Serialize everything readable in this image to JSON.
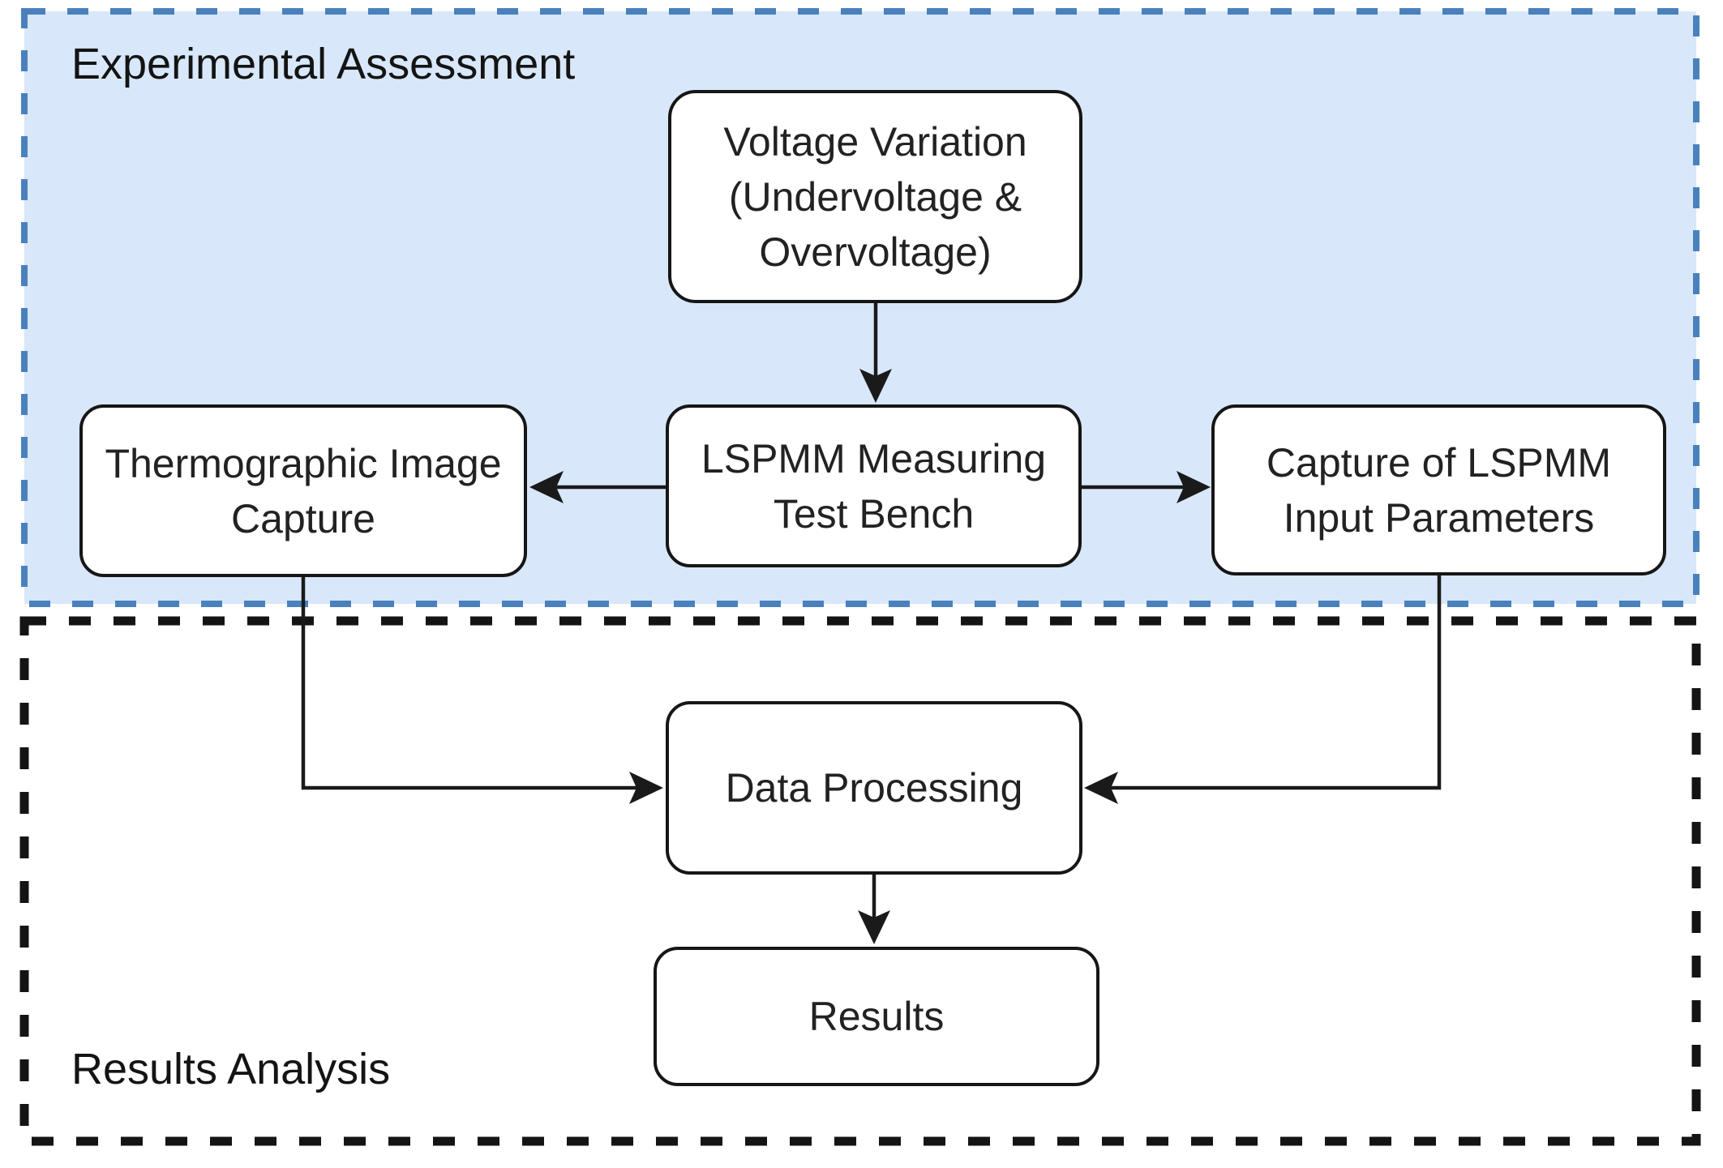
{
  "regions": [
    {
      "id": "experimental-assessment",
      "label": "Experimental Assessment",
      "style": "blue-dashed-filled"
    },
    {
      "id": "results-analysis",
      "label": "Results Analysis",
      "style": "black-dashed"
    }
  ],
  "nodes": {
    "voltage_variation": {
      "lines": [
        "Voltage Variation",
        "(Undervoltage &",
        "Overvoltage)"
      ],
      "region": "experimental-assessment"
    },
    "thermographic": {
      "lines": [
        "Thermographic Image",
        "Capture"
      ],
      "region": "experimental-assessment"
    },
    "test_bench": {
      "lines": [
        "LSPMM Measuring",
        "Test Bench"
      ],
      "region": "experimental-assessment"
    },
    "input_parameters": {
      "lines": [
        "Capture of LSPMM",
        "Input Parameters"
      ],
      "region": "experimental-assessment"
    },
    "data_processing": {
      "lines": [
        "Data Processing"
      ],
      "region": "results-analysis"
    },
    "results": {
      "lines": [
        "Results"
      ],
      "region": "results-analysis"
    }
  },
  "edges": [
    {
      "from": "voltage_variation",
      "to": "test_bench",
      "direction": "down"
    },
    {
      "from": "test_bench",
      "to": "thermographic",
      "direction": "left"
    },
    {
      "from": "test_bench",
      "to": "input_parameters",
      "direction": "right"
    },
    {
      "from": "thermographic",
      "to": "data_processing",
      "direction": "down-then-right"
    },
    {
      "from": "input_parameters",
      "to": "data_processing",
      "direction": "down-then-left"
    },
    {
      "from": "data_processing",
      "to": "results",
      "direction": "down"
    }
  ],
  "colors": {
    "background": "#FFFFFF",
    "experimental_region_fill": "#D8E7F9",
    "experimental_region_border": "#4A81BD",
    "results_region_border": "#141414",
    "node_fill": "#FFFFFF",
    "node_border": "#161616",
    "arrow": "#1A1A1A",
    "text": "#1A1A1A"
  }
}
